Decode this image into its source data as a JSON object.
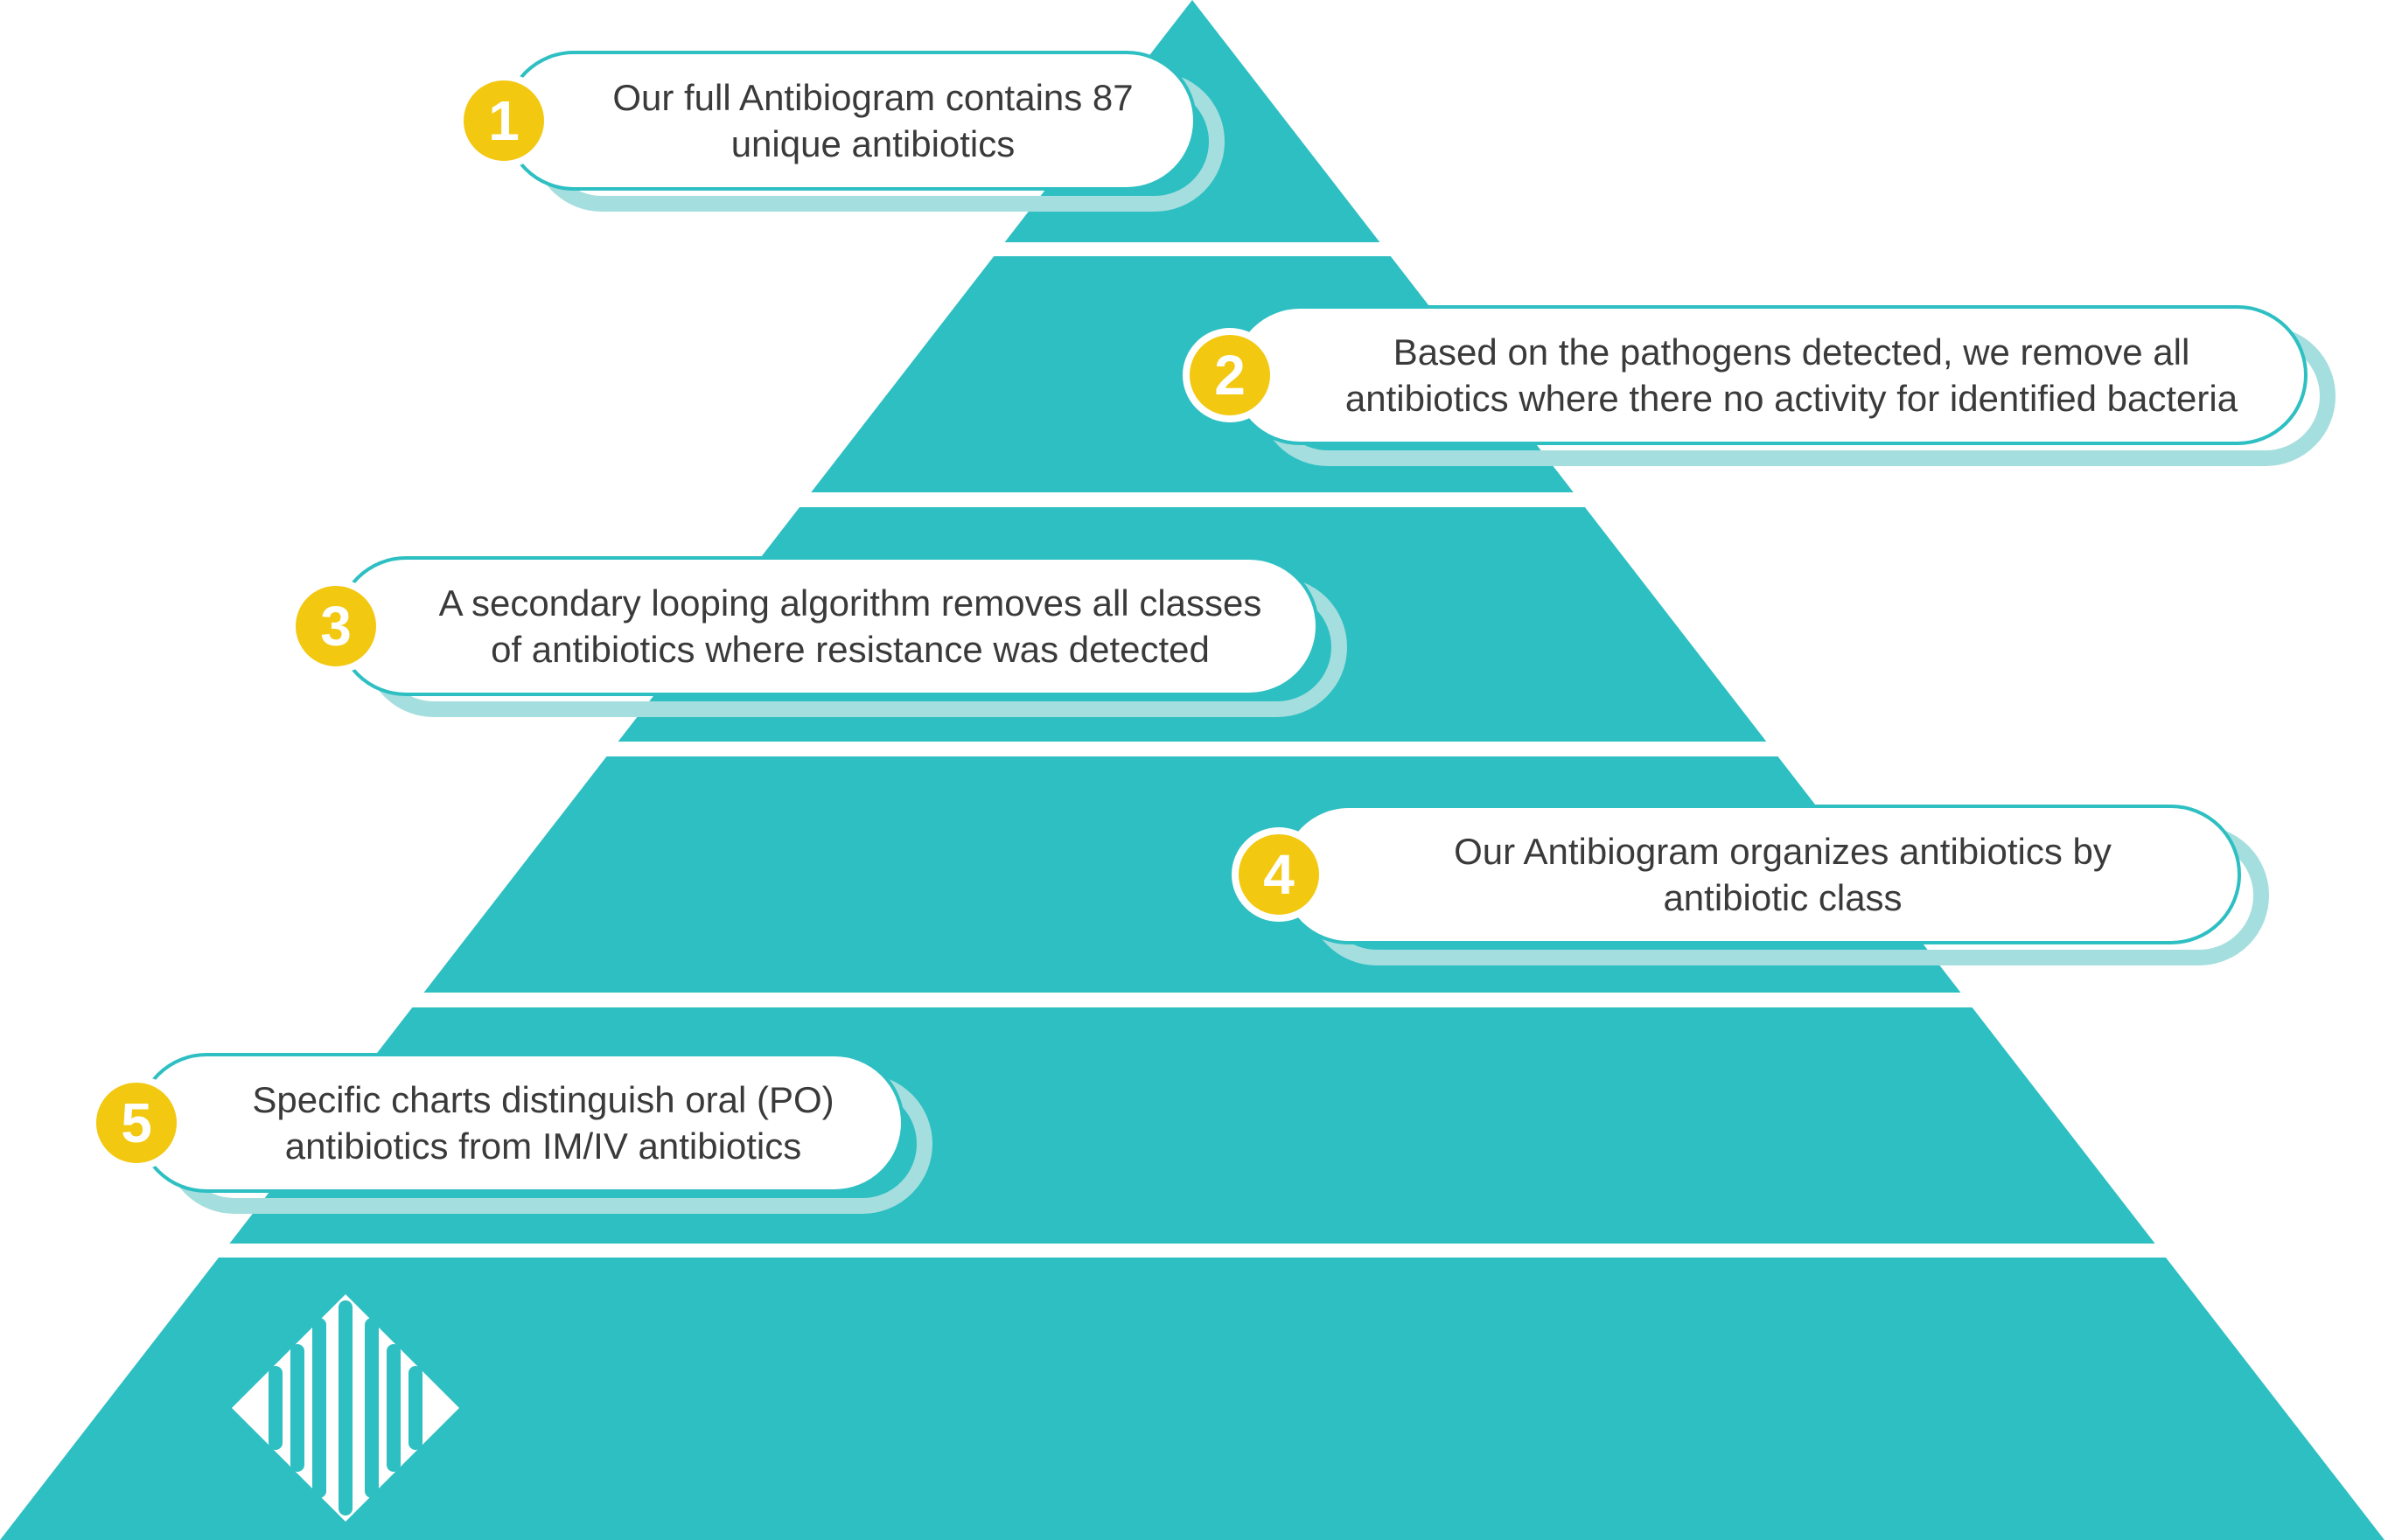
{
  "colors": {
    "pyramid": "#2ebfc2",
    "halo": "#a5dede",
    "badge": "#f2c811",
    "text": "#3a3a3a",
    "background": "#ffffff"
  },
  "logo": {
    "icon": "wave-diamond-logo-icon"
  },
  "steps": [
    {
      "number": "1",
      "text": "Our full Antibiogram contains 87\nunique antibiotics"
    },
    {
      "number": "2",
      "text": "Based on the pathogens detected, we remove all\nantibiotics where there no activity for identified bacteria"
    },
    {
      "number": "3",
      "text": "A secondary looping algorithm removes all classes\nof antibiotics where resistance was detected"
    },
    {
      "number": "4",
      "text": "Our Antibiogram organizes antibiotics by\nantibiotic class"
    },
    {
      "number": "5",
      "text": "Specific charts distinguish oral (PO)\nantibiotics from IM/IV antibiotics"
    }
  ]
}
